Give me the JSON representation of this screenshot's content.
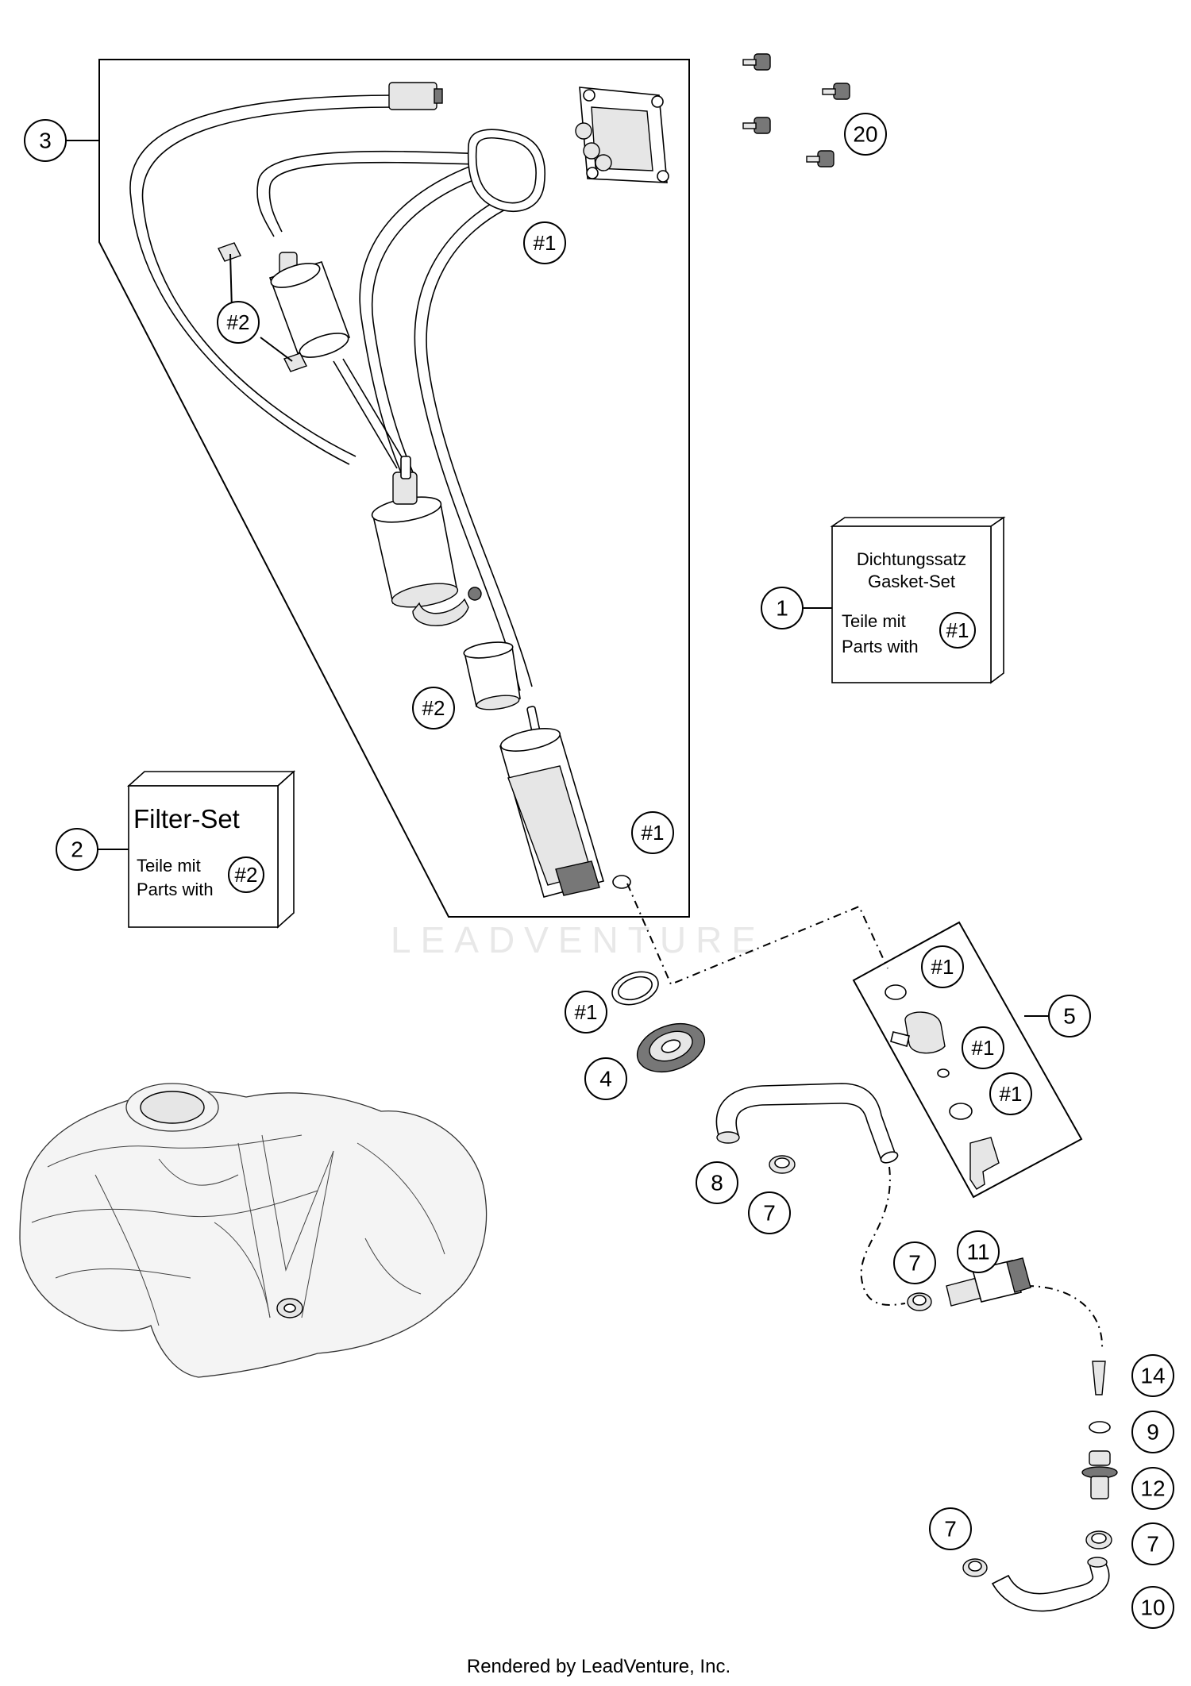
{
  "watermark": "LEADVENTURE",
  "footer": "Rendered by LeadVenture, Inc.",
  "kit_boxes": {
    "gasket_set": {
      "line1": "Dichtungssatz",
      "line2": "Gasket-Set",
      "teile": "Teile mit",
      "parts": "Parts with",
      "ref": "#1"
    },
    "filter_set": {
      "title": "Filter-Set",
      "teile": "Teile mit",
      "parts": "Parts with",
      "ref": "#2"
    }
  },
  "callouts": {
    "c1": "1",
    "c2": "2",
    "c3": "3",
    "c4": "4",
    "c5": "5",
    "c7a": "7",
    "c7b": "7",
    "c7c": "7",
    "c7d": "7",
    "c8": "8",
    "c9": "9",
    "c10": "10",
    "c11": "11",
    "c12": "12",
    "c14": "14",
    "c20": "20"
  },
  "refs": {
    "r1a": "#1",
    "r1b": "#1",
    "r1c": "#1",
    "r1d": "#1",
    "r1e": "#1",
    "r1f": "#1",
    "r2a": "#2",
    "r2b": "#2"
  }
}
